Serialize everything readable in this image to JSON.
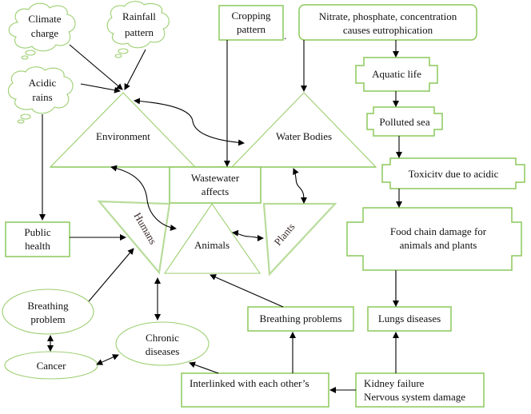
{
  "diagram": {
    "title": "Wastewater effects diagram",
    "nodes": {
      "climate": {
        "line1": "Climate",
        "line2": "charge"
      },
      "rainfall": {
        "line1": "Rainfall",
        "line2": "pattern"
      },
      "acidic": {
        "line1": "Acidic",
        "line2": "rains"
      },
      "cropping": {
        "line1": "Cropping",
        "line2": "pattern"
      },
      "nitrate": {
        "line1": "Nitrate, phosphate, concentration",
        "line2": "causes eutrophication"
      },
      "aquatic": {
        "label": "Aquatic life"
      },
      "polluted": {
        "label": "Polluted sea"
      },
      "toxicity": {
        "label": "Toxicitv due to acidic"
      },
      "foodchain": {
        "line1": "Food chain damage for",
        "line2": "animals and plants"
      },
      "environment": {
        "label": "Environment"
      },
      "waterbodies": {
        "label": "Water Bodies"
      },
      "wastewater": {
        "line1": "Wastewater",
        "line2": "affects"
      },
      "humans": {
        "label": "Humans"
      },
      "animals": {
        "label": "Animals"
      },
      "plants": {
        "label": "Plants"
      },
      "publichealth": {
        "line1": "Public",
        "line2": "health"
      },
      "breathingproblem": {
        "line1": "Breathing",
        "line2": "problem"
      },
      "cancer": {
        "label": "Cancer"
      },
      "chronic": {
        "line1": "Chronic",
        "line2": "diseases"
      },
      "breathingproblems": {
        "label": "Breathing problems"
      },
      "lungs": {
        "label": "Lungs diseases"
      },
      "interlinked": {
        "label": "Interlinked with each other’s"
      },
      "kidney": {
        "line1": "Kidney failure",
        "line2": "Nervous system damage"
      }
    },
    "colors": {
      "shape_outline": "#8cc85a",
      "arrow": "#000000"
    }
  }
}
